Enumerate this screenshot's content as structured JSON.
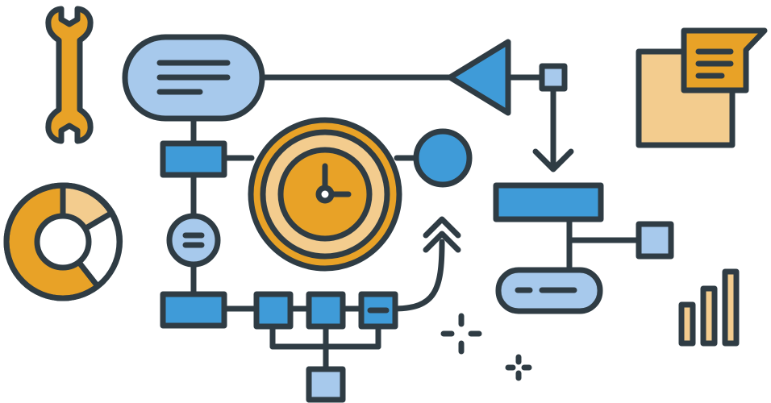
{
  "colors": {
    "outline": "#2f3c44",
    "blue_dark": "#3f9bd8",
    "blue_light": "#a7c9ec",
    "orange": "#e8a227",
    "orange_light": "#f3cc8e",
    "white": "#ffffff"
  },
  "icons": [
    "wrench-icon",
    "donut-chart-icon",
    "speech-bubble-icon",
    "message-bubble-icon",
    "clock-icon",
    "triangle-node-icon",
    "bar-chart-icon",
    "sparkle-icon",
    "arrow-up-icon"
  ],
  "donut_chart": {
    "segments": [
      {
        "share": 0.55,
        "color": "#e8a227"
      },
      {
        "share": 0.17,
        "color": "#f3cc8e"
      },
      {
        "share": 0.28,
        "color": "#ffffff"
      }
    ]
  },
  "bar_chart": {
    "values": [
      2,
      3,
      4
    ]
  }
}
